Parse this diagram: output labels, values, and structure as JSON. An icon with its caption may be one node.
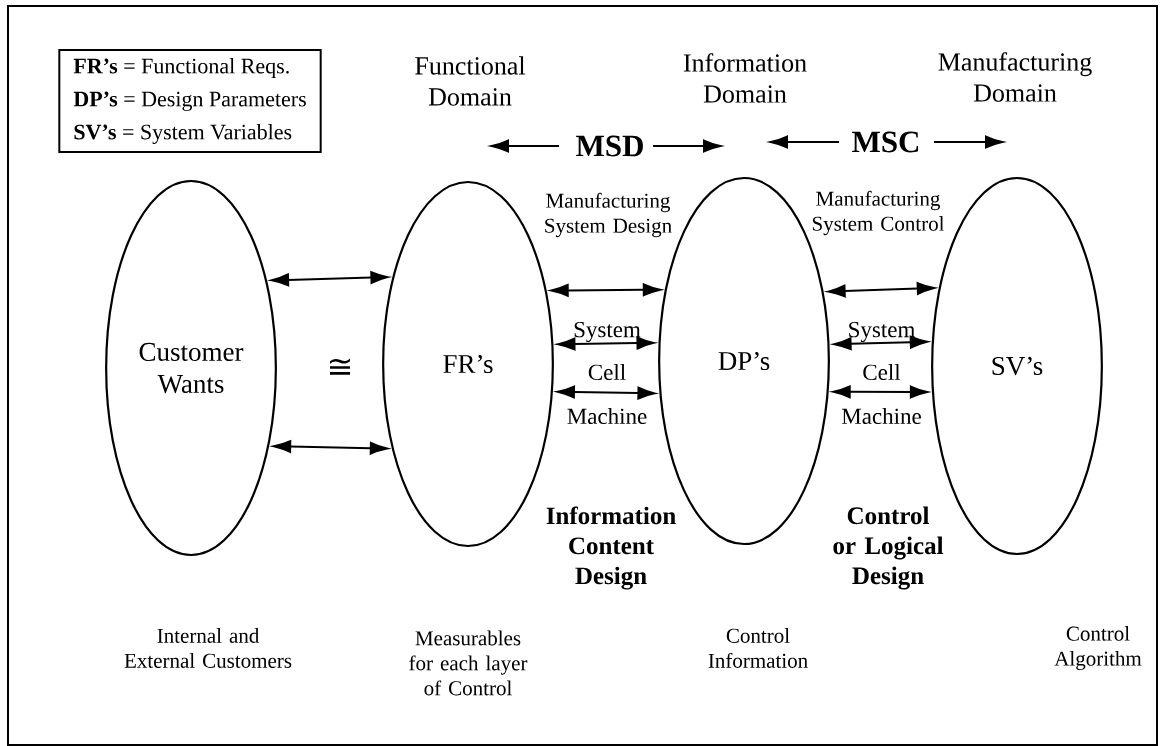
{
  "diagram": {
    "nodes": [
      {
        "text": [
          "**FR’s** = Functional Reqs.",
          "**DP’s** = Design Parameters",
          "**SV’s** = System Variables"
        ]
      },
      {
        "text": [
          "Customer Wants"
        ]
      },
      {
        "text": [
          "FR’s"
        ],
        "beside": [
          "Functional Domain"
        ]
      },
      {
        "text": [
          "DP’s"
        ],
        "beside": [
          "Information Domain"
        ]
      },
      {
        "text": [
          "SV’s"
        ],
        "beside": [
          "Manufacturing Domain"
        ]
      }
    ],
    "edges": [
      {
        "from": 1,
        "to": 2,
        "arrow": "both"
      },
      {
        "from": 1,
        "to": 2,
        "arrow": "both"
      },
      {
        "from": 2,
        "to": 3,
        "arrow": "both",
        "label": "System"
      },
      {
        "from": 2,
        "to": 3,
        "arrow": "both",
        "label": "Cell"
      },
      {
        "from": 2,
        "to": 3,
        "arrow": "both",
        "label": "Machine"
      },
      {
        "from": 3,
        "to": 4,
        "arrow": "both",
        "label": "System"
      },
      {
        "from": 3,
        "to": 4,
        "arrow": "both",
        "label": "Cell"
      },
      {
        "from": 3,
        "to": 4,
        "arrow": "both",
        "label": "Machine"
      }
    ],
    "labels": [
      "≅",
      "MSD",
      "MSC",
      "Manufacturing System Design",
      "Manufacturing System Control",
      "Information Content Design",
      "Control or Logical Design",
      "Internal and External Customers",
      "Measurables for each layer of Control",
      "Control Information",
      "Control Algorithm"
    ]
  }
}
